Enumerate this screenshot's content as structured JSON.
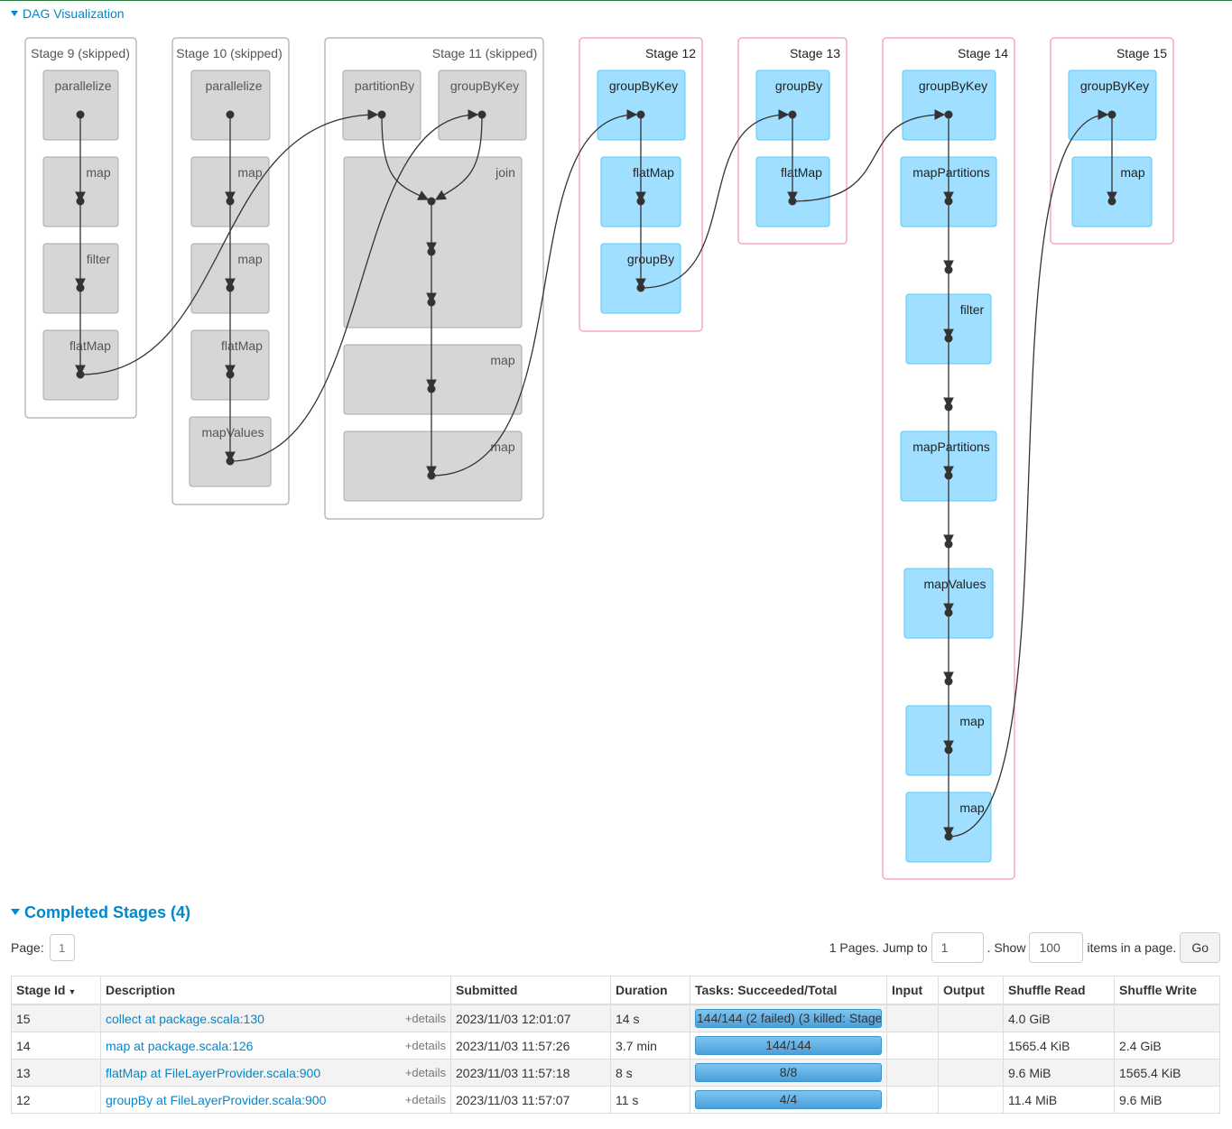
{
  "dag_title": "DAG Visualization",
  "completed_title": "Completed Stages (4)",
  "pager": {
    "page_label": "Page:",
    "page_value": "1",
    "pages_text": "1 Pages. Jump to",
    "jump_value": "1",
    "show_text": ". Show",
    "show_value": "100",
    "items_text": "items in a page.",
    "go_label": "Go"
  },
  "table": {
    "headers": [
      "Stage Id",
      "Description",
      "Submitted",
      "Duration",
      "Tasks: Succeeded/Total",
      "Input",
      "Output",
      "Shuffle Read",
      "Shuffle Write"
    ],
    "sort_indicator": "▼",
    "details_label": "+details",
    "rows": [
      {
        "id": "15",
        "desc": "collect at package.scala:130",
        "submitted": "2023/11/03 12:01:07",
        "duration": "14 s",
        "tasks": "144/144 (2 failed) (3 killed: Stage",
        "tasks_done": 144,
        "tasks_total": 144,
        "input": "",
        "output": "",
        "shuffle_read": "4.0 GiB",
        "shuffle_write": ""
      },
      {
        "id": "14",
        "desc": "map at package.scala:126",
        "submitted": "2023/11/03 11:57:26",
        "duration": "3.7 min",
        "tasks": "144/144",
        "tasks_done": 144,
        "tasks_total": 144,
        "input": "",
        "output": "",
        "shuffle_read": "1565.4 KiB",
        "shuffle_write": "2.4 GiB"
      },
      {
        "id": "13",
        "desc": "flatMap at FileLayerProvider.scala:900",
        "submitted": "2023/11/03 11:57:18",
        "duration": "8 s",
        "tasks": "8/8",
        "tasks_done": 8,
        "tasks_total": 8,
        "input": "",
        "output": "",
        "shuffle_read": "9.6 MiB",
        "shuffle_write": "1565.4 KiB"
      },
      {
        "id": "12",
        "desc": "groupBy at FileLayerProvider.scala:900",
        "submitted": "2023/11/03 11:57:07",
        "duration": "11 s",
        "tasks": "4/4",
        "tasks_done": 4,
        "tasks_total": 4,
        "input": "",
        "output": "",
        "shuffle_read": "11.4 MiB",
        "shuffle_write": "9.6 MiB"
      }
    ]
  },
  "dag": {
    "stages": [
      {
        "label": "Stage 9 (skipped)",
        "skipped": true,
        "ops": [
          "parallelize",
          "map",
          "filter",
          "flatMap"
        ]
      },
      {
        "label": "Stage 10 (skipped)",
        "skipped": true,
        "ops": [
          "parallelize",
          "map",
          "map",
          "flatMap",
          "mapValues"
        ]
      },
      {
        "label": "Stage 11 (skipped)",
        "skipped": true,
        "ops": [
          "partitionBy",
          "groupByKey",
          "join",
          "map",
          "map"
        ]
      },
      {
        "label": "Stage 12",
        "skipped": false,
        "ops": [
          "groupByKey",
          "flatMap",
          "groupBy"
        ]
      },
      {
        "label": "Stage 13",
        "skipped": false,
        "ops": [
          "groupBy",
          "flatMap"
        ]
      },
      {
        "label": "Stage 14",
        "skipped": false,
        "ops": [
          "groupByKey",
          "mapPartitions",
          "filter",
          "mapPartitions",
          "mapValues",
          "map",
          "map"
        ]
      },
      {
        "label": "Stage 15",
        "skipped": false,
        "ops": [
          "groupByKey",
          "map"
        ]
      }
    ],
    "colors": {
      "skipped_fill": "#d6d6d6",
      "skipped_border": "#aaaaaa",
      "active_fill": "#a0dfff",
      "active_border": "#5ac8fa",
      "active_cluster": "#f07ea0",
      "edge": "#333333"
    }
  }
}
